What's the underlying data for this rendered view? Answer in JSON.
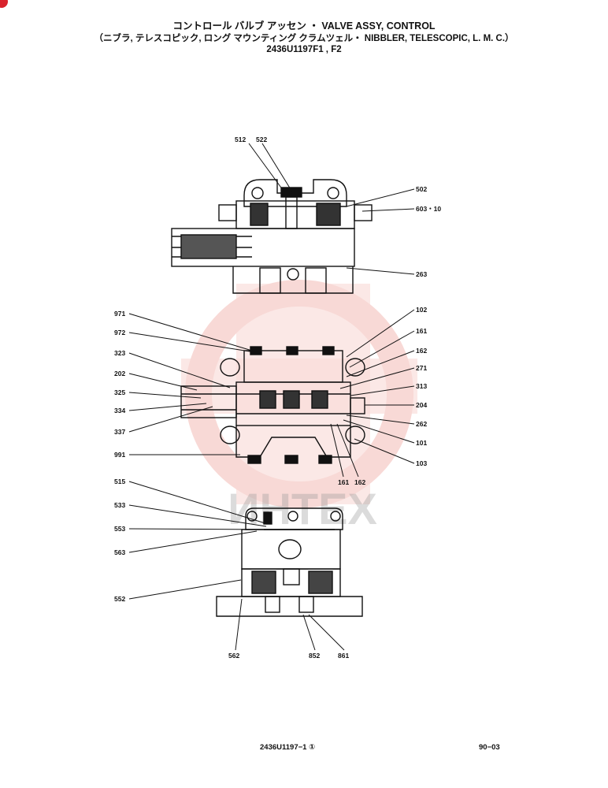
{
  "header": {
    "line1": "コントロール バルブ アッセン ・ VALVE ASSY, CONTROL",
    "line2": "（ニブラ, テレスコピック, ロング マウンティング クラムツェル・ NIBBLER, TELESCOPIC, L. M. C.）",
    "line3": "2436U1197F1 , F2"
  },
  "watermark": "ИНТЕХ",
  "labels": {
    "p512": "512",
    "p522": "522",
    "p502": "502",
    "p603": "603・10",
    "p263": "263",
    "p971": "971",
    "p972": "972",
    "p323": "323",
    "p202": "202",
    "p325": "325",
    "p334": "334",
    "p337": "337",
    "p991": "991",
    "p102": "102",
    "p161a": "161",
    "p162a": "162",
    "p271": "271",
    "p313": "313",
    "p204": "204",
    "p262": "262",
    "p101": "101",
    "p103": "103",
    "p161b": "161",
    "p162b": "162",
    "p515": "515",
    "p533": "533",
    "p553": "553",
    "p563": "563",
    "p552": "552",
    "p562": "562",
    "p852": "852",
    "p861": "861"
  },
  "footer": {
    "doc_ref": "2436U1197−1 ①",
    "page": "90−03"
  }
}
